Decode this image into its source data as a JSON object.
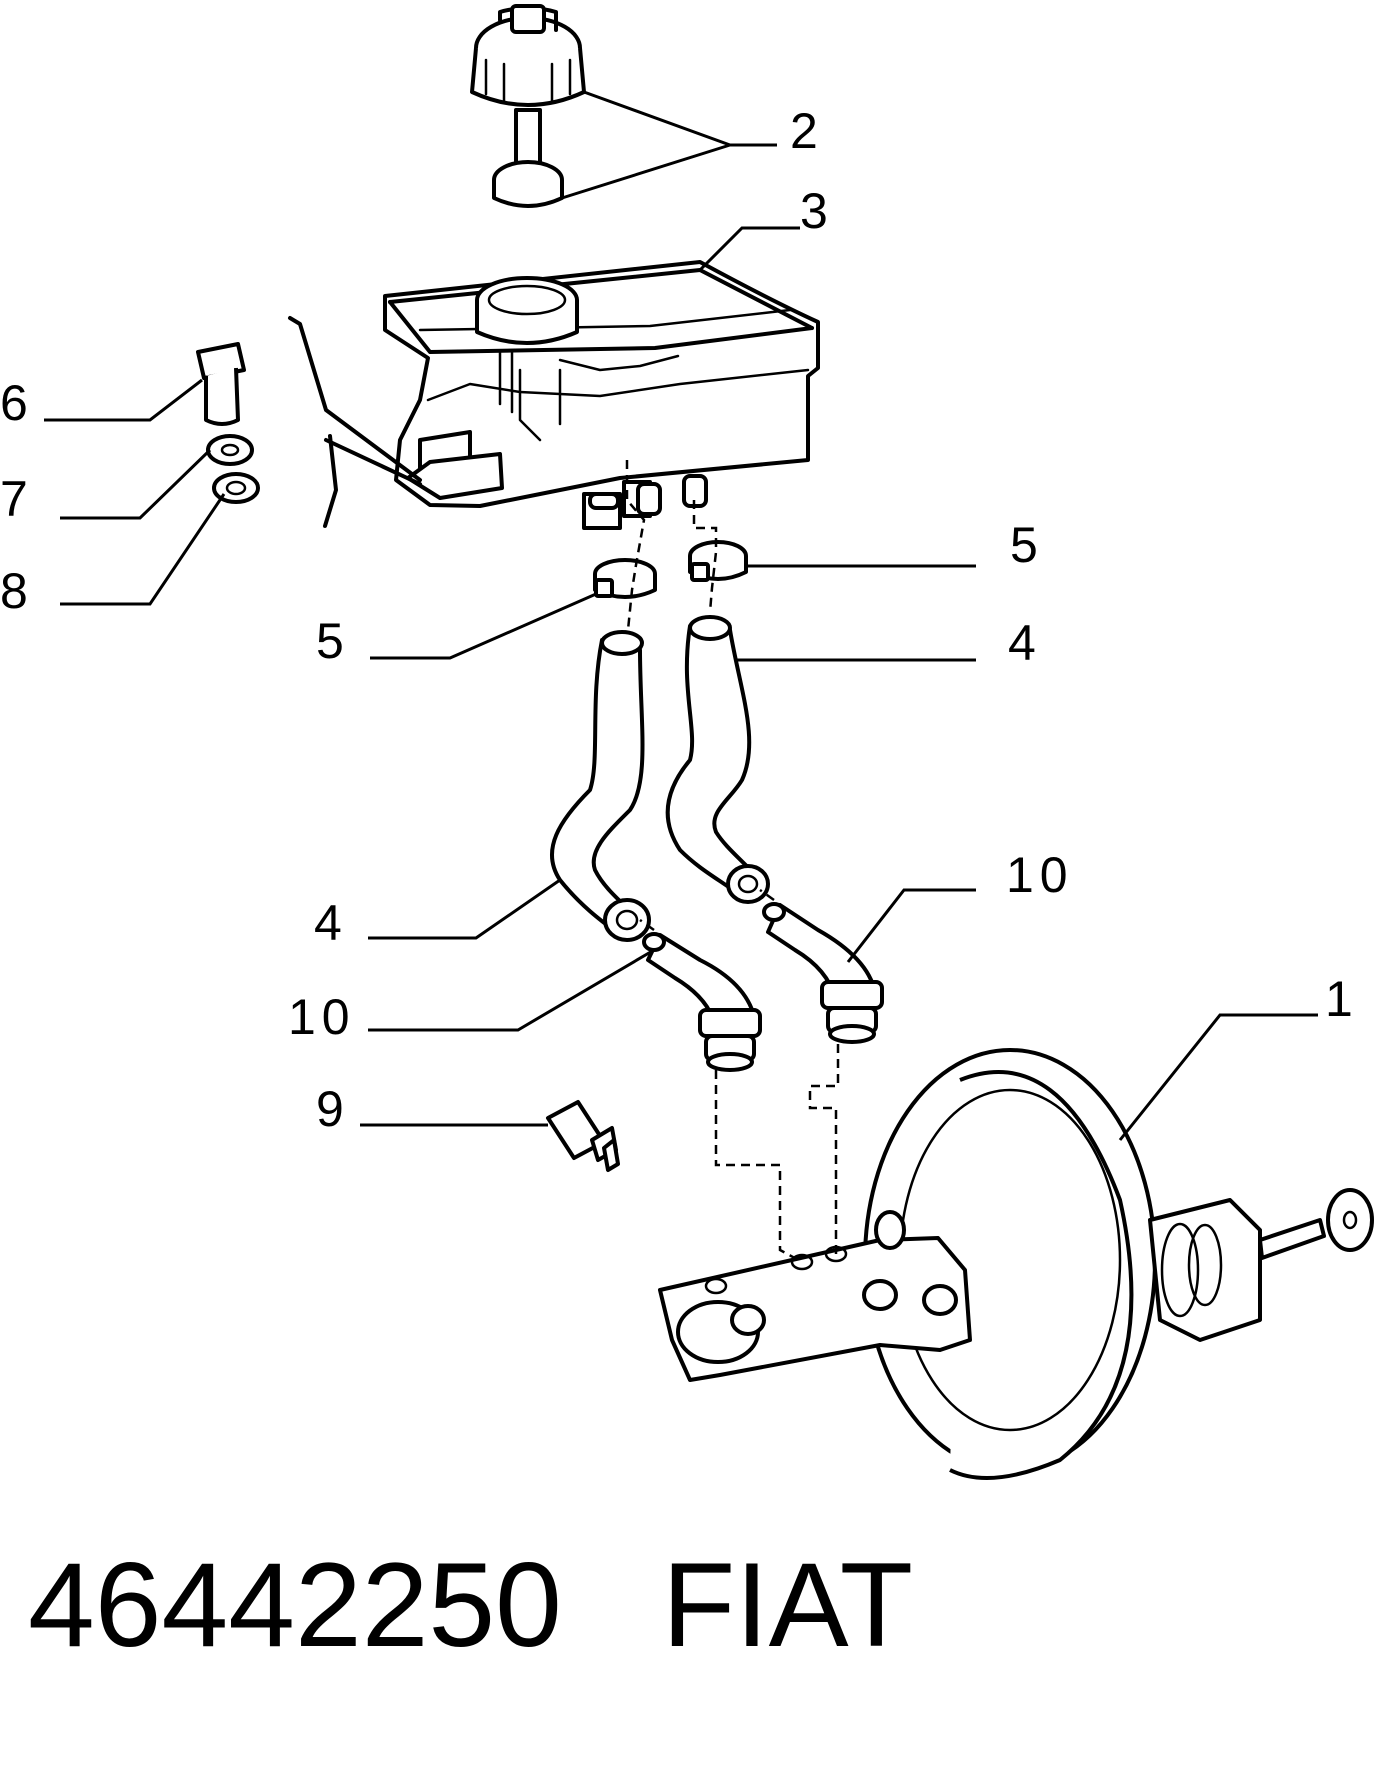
{
  "callouts": {
    "c1": "1",
    "c2": "2",
    "c3": "3",
    "c4a": "4",
    "c4b": "4",
    "c5a": "5",
    "c5b": "5",
    "c6": "6",
    "c7": "7",
    "c8": "8",
    "c9": "9",
    "c10a": "10",
    "c10b": "10"
  },
  "footer": {
    "part_number": "46442250",
    "brand": "FIAT"
  },
  "parts": [
    "brake-booster",
    "reservoir-cap",
    "fluid-reservoir",
    "hose",
    "hose-clamp",
    "bolt",
    "washer",
    "washer",
    "bleed-screw",
    "elbow-connector"
  ]
}
